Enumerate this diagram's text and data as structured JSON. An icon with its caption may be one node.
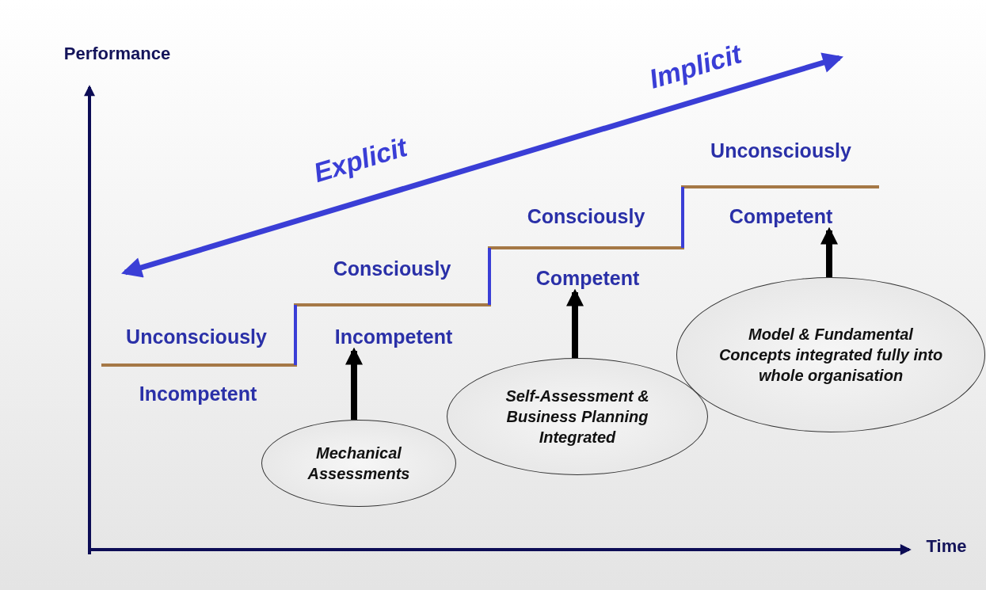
{
  "diagram": {
    "nodes": [
      {
        "text": [
          "Mechanical Assessments"
        ]
      },
      {
        "text": [
          "Self-Assessment & Business Planning Integrated"
        ]
      },
      {
        "text": [
          "Model & Fundamental Concepts integrated fully into whole organisation"
        ]
      },
      {
        "text": [
          "Incompetent"
        ]
      },
      {
        "text": [
          "Competent"
        ]
      },
      {
        "text": [
          "Competent"
        ]
      }
    ],
    "edges": [
      {
        "from": 0,
        "to": 3,
        "arrow": "to"
      },
      {
        "from": 1,
        "to": 4,
        "arrow": "to"
      },
      {
        "from": 2,
        "to": 5,
        "arrow": "to"
      }
    ],
    "labels": [
      "Performance",
      "Implicit",
      "Unconsciously",
      "Explicit",
      "Consciously",
      "Consciously",
      "Unconsciously",
      "Incompetent",
      "Time"
    ]
  }
}
